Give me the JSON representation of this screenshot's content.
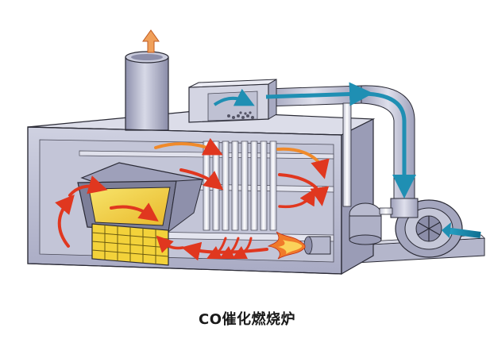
{
  "caption": "CO催化燃烧炉",
  "colors": {
    "housing_body": "#b7b9cf",
    "housing_top": "#d9dae6",
    "housing_side": "#9a9cb6",
    "interior": "#c9cad9",
    "catalyst": "#f3d23a",
    "heat_flow": "#e0371f",
    "heat_flow_light": "#f08a2a",
    "cool_flow": "#1f8fb3",
    "duct": "#aeb0c7",
    "tubes": "#eceef4",
    "outline": "#2a2a35"
  },
  "icons": [
    "exhaust-up-arrow",
    "intake-arrow",
    "burner-flame",
    "fan",
    "catalyst-panel",
    "heat-exchanger-tubes"
  ]
}
